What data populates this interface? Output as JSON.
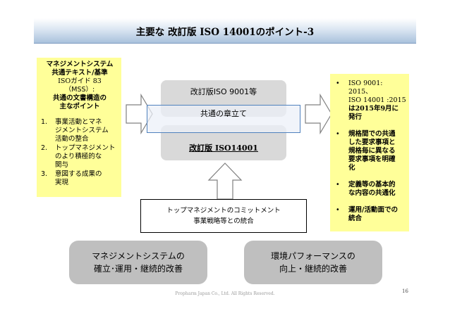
{
  "title": "主要な 改訂版 ISO 14001のポイント-3",
  "left": {
    "heading1": "マネジメントシステム",
    "heading2": "共通テキスト/基準",
    "heading3": "ISOガイド 83",
    "heading4": "（MSS）:",
    "heading5": "共通の文書構造の",
    "heading6": "主なポイント",
    "items": [
      {
        "num": "1.",
        "lines": [
          "事業活動とマネ",
          "ジメントシステム",
          "活動の整合"
        ]
      },
      {
        "num": "2.",
        "lines": [
          "トップマネジメント",
          "のより積極的な",
          "関与"
        ]
      },
      {
        "num": "3.",
        "lines": [
          "意図する成果の",
          "実現"
        ]
      }
    ]
  },
  "center": {
    "top_label": "改訂版ISO 9001等",
    "overlay_label": "共通の章立て",
    "bottom_label_prefix": "改訂版 ",
    "bottom_label_iso": "ISO14001"
  },
  "right": {
    "bullet": "•",
    "items": [
      {
        "lines": [
          "ISO 9001: 2015、",
          "ISO 14001 :2015",
          "は2015年9月に",
          "発行"
        ]
      },
      {
        "lines": [
          "規格間での共通",
          "した要求事項と",
          "規格毎に異なる",
          "要求事項を明確",
          "化"
        ]
      },
      {
        "lines": [
          "定義等の基本的",
          "な内容の共通化"
        ]
      },
      {
        "lines": [
          "運用/活動面での",
          "統合"
        ]
      }
    ]
  },
  "commit": {
    "line1": "トップマネジメントのコミットメント",
    "line2": "事業戦略等との統合"
  },
  "bottom_left": {
    "line1": "マネジメントシステムの",
    "line2": "確立･運用・継続的改善"
  },
  "bottom_right": {
    "line1": "環境パフォーマンスの",
    "line2": "向上・継続的改善"
  },
  "footer": "Propharm Japan Co., Ltd. All Rights Reserved.",
  "page_number": "16",
  "colors": {
    "note_fill": "#ffff99",
    "pill_fill": "#d9d9d9",
    "overlay_border": "#4f81bd",
    "bottom_pill_fill": "#bfbfbf"
  }
}
